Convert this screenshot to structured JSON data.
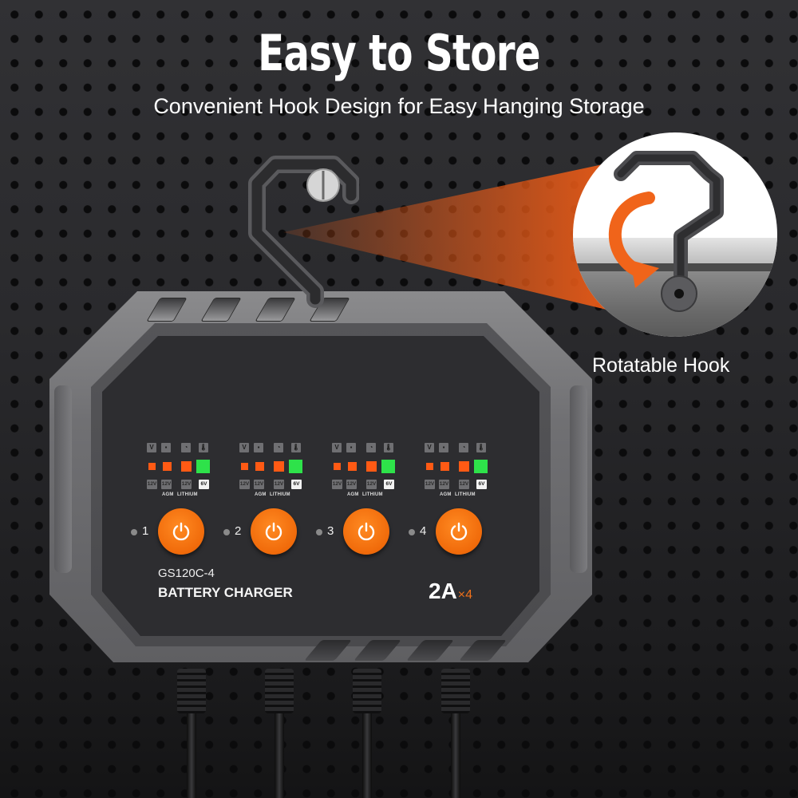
{
  "header": {
    "title": "Easy to Store",
    "subtitle": "Convenient Hook Design for Easy Hanging Storage"
  },
  "callout": {
    "label": "Rotatable Hook",
    "arrow_color": "#f0641a",
    "beam_color": "#e85a17"
  },
  "device": {
    "model": "GS120C-4",
    "product_name": "BATTERY CHARGER",
    "rating": "2A",
    "rating_multiplier": "×4",
    "accent_color": "#f0701a",
    "channels": [
      {
        "number": "1",
        "icons": [
          "voltage-icon",
          "battery-repair-icon",
          "charging-gauge-icon",
          "temperature-icon"
        ],
        "leds": [
          "orange",
          "orange",
          "orange",
          "green"
        ],
        "battery_types": [
          "12V",
          "12V",
          "12V",
          "6V"
        ],
        "type_labels": [
          "AGM",
          "LITHIUM"
        ]
      },
      {
        "number": "2",
        "icons": [
          "voltage-icon",
          "battery-repair-icon",
          "charging-gauge-icon",
          "temperature-icon"
        ],
        "leds": [
          "orange",
          "orange",
          "orange",
          "green"
        ],
        "battery_types": [
          "12V",
          "12V",
          "12V",
          "6V"
        ],
        "type_labels": [
          "AGM",
          "LITHIUM"
        ]
      },
      {
        "number": "3",
        "icons": [
          "voltage-icon",
          "battery-repair-icon",
          "charging-gauge-icon",
          "temperature-icon"
        ],
        "leds": [
          "orange",
          "orange",
          "orange",
          "green"
        ],
        "battery_types": [
          "12V",
          "12V",
          "12V",
          "6V"
        ],
        "type_labels": [
          "AGM",
          "LITHIUM"
        ]
      },
      {
        "number": "4",
        "icons": [
          "voltage-icon",
          "battery-repair-icon",
          "charging-gauge-icon",
          "temperature-icon"
        ],
        "leds": [
          "orange",
          "orange",
          "orange",
          "green"
        ],
        "battery_types": [
          "12V",
          "12V",
          "12V",
          "6V"
        ],
        "type_labels": [
          "AGM",
          "LITHIUM"
        ]
      }
    ]
  }
}
